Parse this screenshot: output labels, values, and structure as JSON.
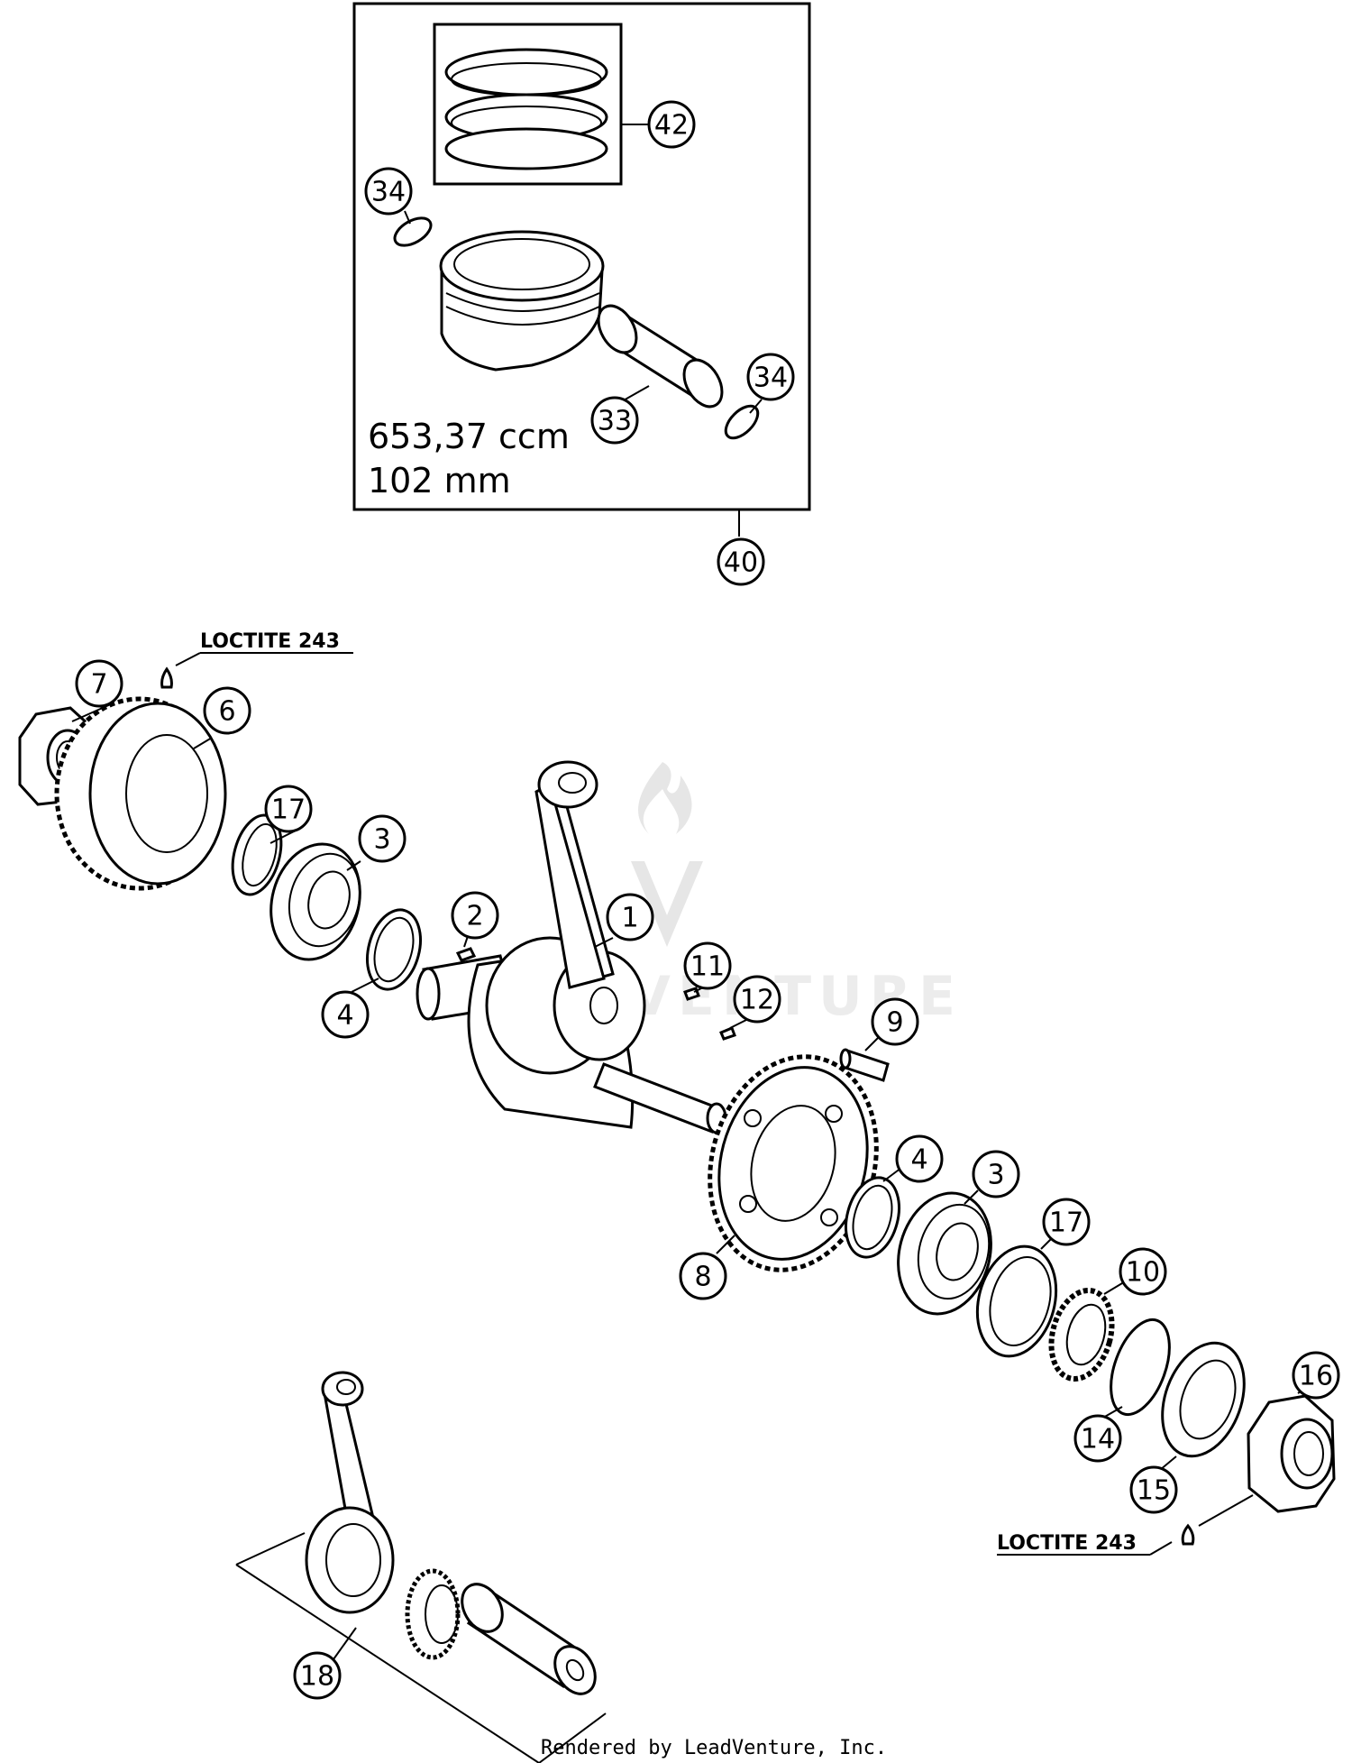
{
  "piston_kit": {
    "displacement": "653,37 ccm",
    "bore": "102 mm"
  },
  "notes": {
    "loctite_top": "LOCTITE 243",
    "loctite_bottom": "LOCTITE 243"
  },
  "callouts": [
    "42",
    "34",
    "34",
    "33",
    "40",
    "7",
    "6",
    "17",
    "3",
    "4",
    "2",
    "1",
    "11",
    "12",
    "9",
    "4",
    "3",
    "17",
    "10",
    "8",
    "14",
    "15",
    "16",
    "18"
  ],
  "watermark": "LEADVENTURE",
  "credit": "Rendered by LeadVenture, Inc."
}
